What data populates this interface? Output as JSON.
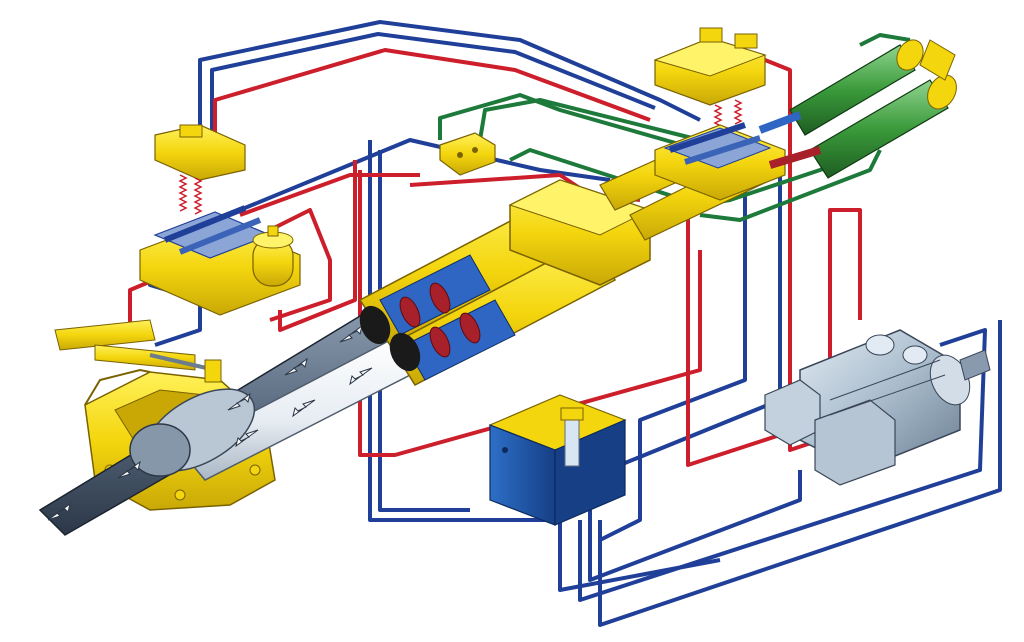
{
  "diagram": {
    "kind": "hydraulic-system-cutaway",
    "colors": {
      "pressure_line": "#cc1f2b",
      "return_line": "#1f3f99",
      "pilot_line": "#1d7a3a",
      "cylinder_yellow": "#f4d60e",
      "yellow_shadow": "#c9a806",
      "valve_blue": "#3b64b8",
      "pump_steel": "#a9bccc",
      "tank_blue": "#1f5fb5",
      "accumulator_green": "#3a9a3a",
      "delivery_pipe": "#6d7c8c"
    },
    "components": [
      {
        "id": "main-delivery-cylinders",
        "icon": "double-cylinder"
      },
      {
        "id": "s-tube-valve-pipe",
        "icon": "pipe-with-arrows"
      },
      {
        "id": "hopper",
        "icon": "hopper"
      },
      {
        "id": "control-valve-block-left",
        "icon": "valve-block"
      },
      {
        "id": "control-valve-block-right",
        "icon": "valve-block"
      },
      {
        "id": "pilot-valve-left",
        "icon": "valve"
      },
      {
        "id": "pilot-valve-top",
        "icon": "valve"
      },
      {
        "id": "pilot-valve-center",
        "icon": "valve"
      },
      {
        "id": "accumulator",
        "icon": "accumulator"
      },
      {
        "id": "swing-cylinders",
        "icon": "green-cylinders"
      },
      {
        "id": "oil-tank",
        "icon": "tank"
      },
      {
        "id": "hydraulic-pump",
        "icon": "pump"
      },
      {
        "id": "agitator-cylinder",
        "icon": "small-cylinder"
      }
    ]
  }
}
